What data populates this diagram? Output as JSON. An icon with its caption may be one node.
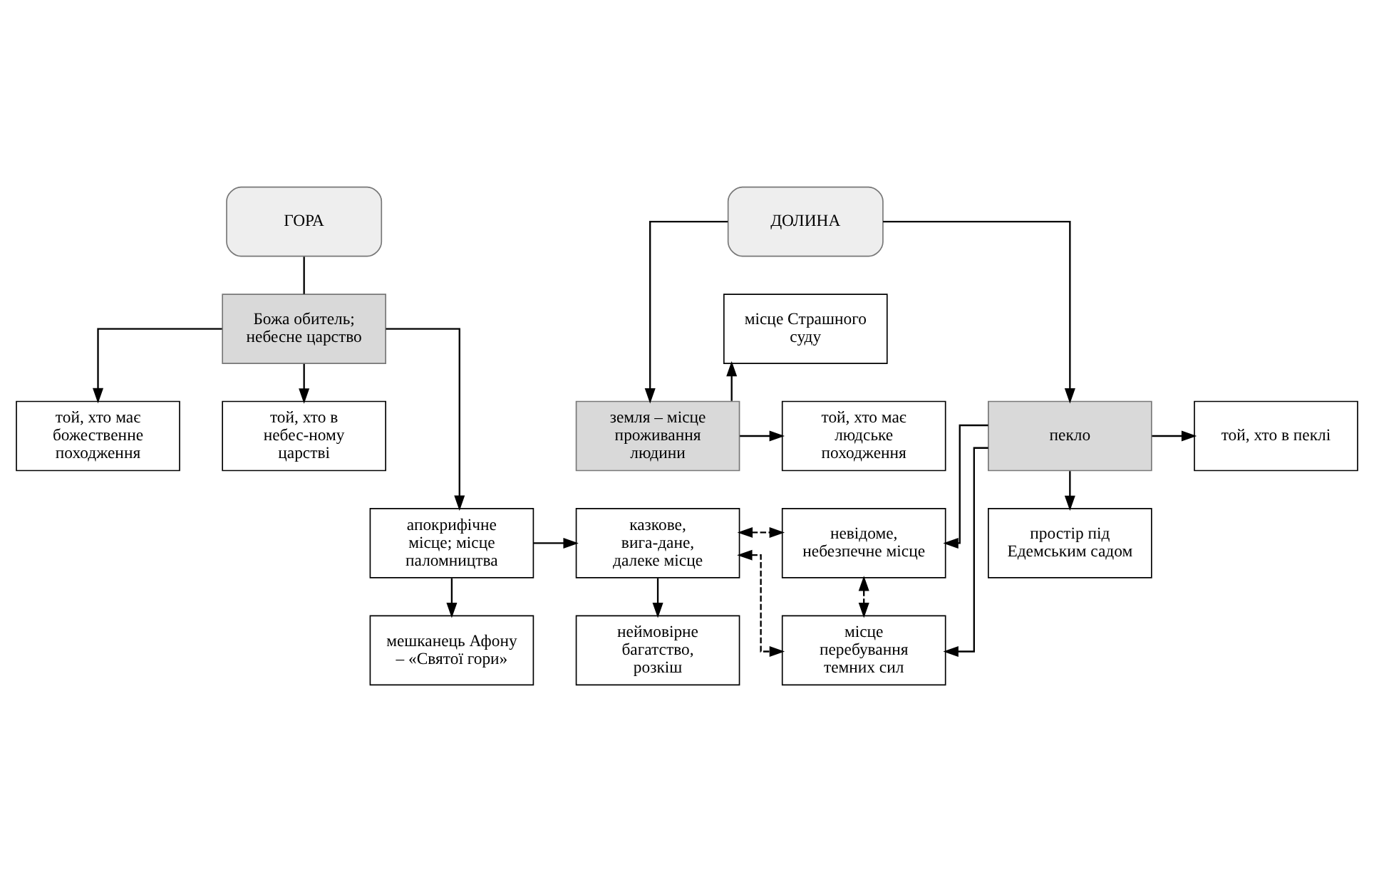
{
  "diagram": {
    "nodes": [
      {
        "text": [
          "ГОРА"
        ]
      },
      {
        "text": [
          "ДОЛИНА"
        ]
      },
      {
        "text": [
          "той, хто має божественне походження"
        ]
      },
      {
        "text": [
          "Божа обитель; небесне царство"
        ]
      },
      {
        "text": [
          "той, хто має людське походження"
        ]
      },
      {
        "text": [
          "земля – місце проживання людини"
        ]
      },
      {
        "text": [
          "місце Страшного суду"
        ]
      },
      {
        "text": [
          "той, хто в небес-ному царстві"
        ]
      },
      {
        "text": [
          "той, хто в пеклі"
        ]
      },
      {
        "text": [
          "пекло"
        ]
      },
      {
        "text": [
          "апокрифічне місце; місце паломництва"
        ]
      },
      {
        "text": [
          "казкове, вига-дане, далеке місце"
        ]
      },
      {
        "text": [
          "невідоме, небезпечне місце"
        ]
      },
      {
        "text": [
          "простір під Едемським садом"
        ]
      },
      {
        "text": [
          "мешканець Афону – «Святої гори»"
        ]
      },
      {
        "text": [
          "неймовірне багатство, розкіш"
        ]
      },
      {
        "text": [
          "місце перебування темних сил"
        ]
      }
    ],
    "edges": [
      {
        "from": 0,
        "to": 3,
        "arrow": "none"
      },
      {
        "from": 1,
        "to": 5,
        "arrow": "to"
      },
      {
        "from": 1,
        "to": 9,
        "arrow": "to"
      },
      {
        "from": 3,
        "to": 2,
        "arrow": "to"
      },
      {
        "from": 5,
        "to": 4,
        "arrow": "to"
      },
      {
        "from": 5,
        "to": 6,
        "arrow": "to"
      },
      {
        "from": 3,
        "to": 7,
        "arrow": "to"
      },
      {
        "from": 3,
        "to": 10,
        "arrow": "to"
      },
      {
        "from": 9,
        "to": 8,
        "arrow": "to"
      },
      {
        "from": 9,
        "to": 13,
        "arrow": "to"
      },
      {
        "from": 9,
        "to": 12,
        "arrow": "to"
      },
      {
        "from": 9,
        "to": 16,
        "arrow": "to"
      },
      {
        "from": 10,
        "to": 11,
        "arrow": "to"
      },
      {
        "from": 10,
        "to": 14,
        "arrow": "to"
      },
      {
        "from": 11,
        "to": 15,
        "arrow": "to"
      },
      {
        "from": 11,
        "to": 12,
        "arrow": "both",
        "style": "dashed"
      },
      {
        "from": 11,
        "to": 16,
        "arrow": "both",
        "style": "dashed"
      },
      {
        "from": 12,
        "to": 16,
        "arrow": "both",
        "style": "dashed"
      }
    ]
  }
}
